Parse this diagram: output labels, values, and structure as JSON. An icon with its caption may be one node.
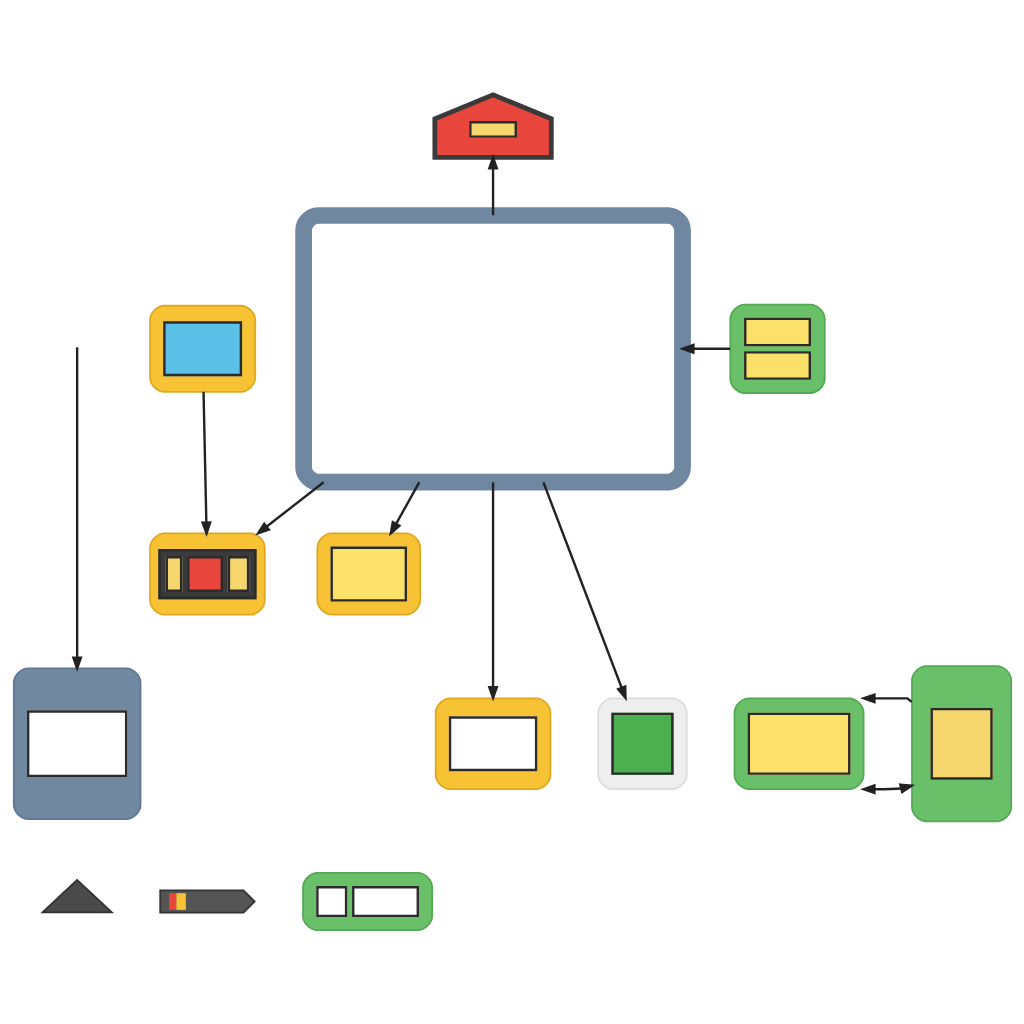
{
  "diagram": {
    "nodes": [
      {
        "text": [],
        "shape": "picture"
      },
      {
        "text": [],
        "shape": "picture"
      },
      {
        "text": [],
        "shape": "box"
      },
      {
        "text": [],
        "shape": "picture"
      },
      {
        "text": [],
        "shape": "picture"
      },
      {
        "text": [],
        "shape": "picture"
      },
      {
        "text": [],
        "shape": "picture"
      },
      {
        "text": [],
        "shape": "picture"
      },
      {
        "text": [],
        "shape": "picture"
      },
      {
        "text": [],
        "shape": "picture"
      },
      {
        "text": [],
        "shape": "picture"
      },
      {
        "text": [],
        "shape": "triangle"
      },
      {
        "text": [],
        "shape": "picture"
      },
      {
        "text": [],
        "shape": "picture"
      }
    ],
    "edges": [
      {
        "from": 2,
        "to": 0,
        "arrow": "to"
      },
      {
        "from": 1,
        "to": 4,
        "arrow": "to"
      },
      {
        "from": 3,
        "to": 2,
        "arrow": "to"
      },
      {
        "from": 2,
        "to": 4,
        "arrow": "to"
      },
      {
        "from": 2,
        "to": 5,
        "arrow": "to"
      },
      {
        "from": null,
        "to": 6,
        "arrow": "to"
      },
      {
        "from": 2,
        "to": 7,
        "arrow": "to"
      },
      {
        "from": 2,
        "to": 8,
        "arrow": "to"
      },
      {
        "from": 9,
        "to": 10,
        "arrow": "both"
      },
      {
        "from": 10,
        "to": 9,
        "arrow": "to"
      }
    ]
  }
}
